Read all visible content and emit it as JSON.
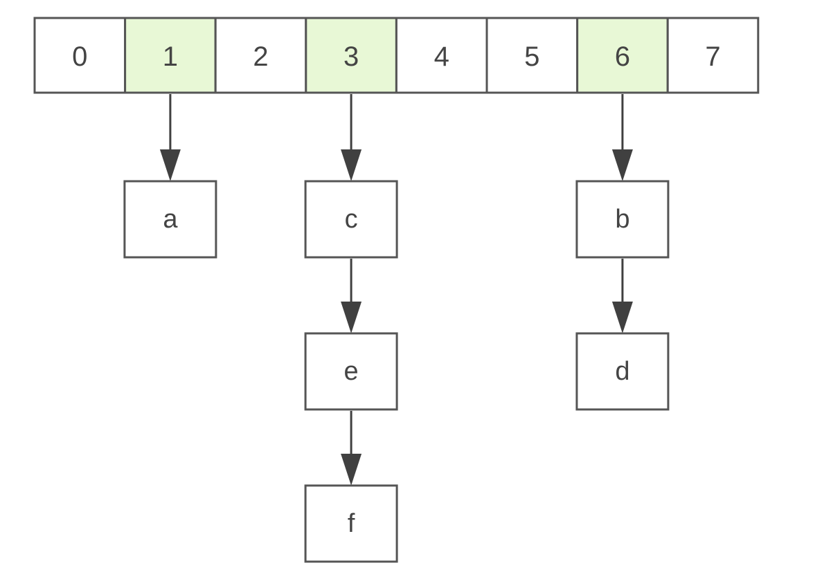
{
  "array": {
    "cells": [
      {
        "label": "0",
        "highlighted": false
      },
      {
        "label": "1",
        "highlighted": true
      },
      {
        "label": "2",
        "highlighted": false
      },
      {
        "label": "3",
        "highlighted": true
      },
      {
        "label": "4",
        "highlighted": false
      },
      {
        "label": "5",
        "highlighted": false
      },
      {
        "label": "6",
        "highlighted": true
      },
      {
        "label": "7",
        "highlighted": false
      }
    ]
  },
  "chains": [
    {
      "bucket": "1",
      "nodes": [
        "a"
      ]
    },
    {
      "bucket": "3",
      "nodes": [
        "c",
        "e",
        "f"
      ]
    },
    {
      "bucket": "6",
      "nodes": [
        "b",
        "d"
      ]
    }
  ],
  "colors": {
    "cell_fill": "#ffffff",
    "highlight_fill": "#e8f8d6",
    "node_fill": "#ffffff",
    "border": "#555555",
    "arrow": "#404040",
    "text": "#444444"
  }
}
